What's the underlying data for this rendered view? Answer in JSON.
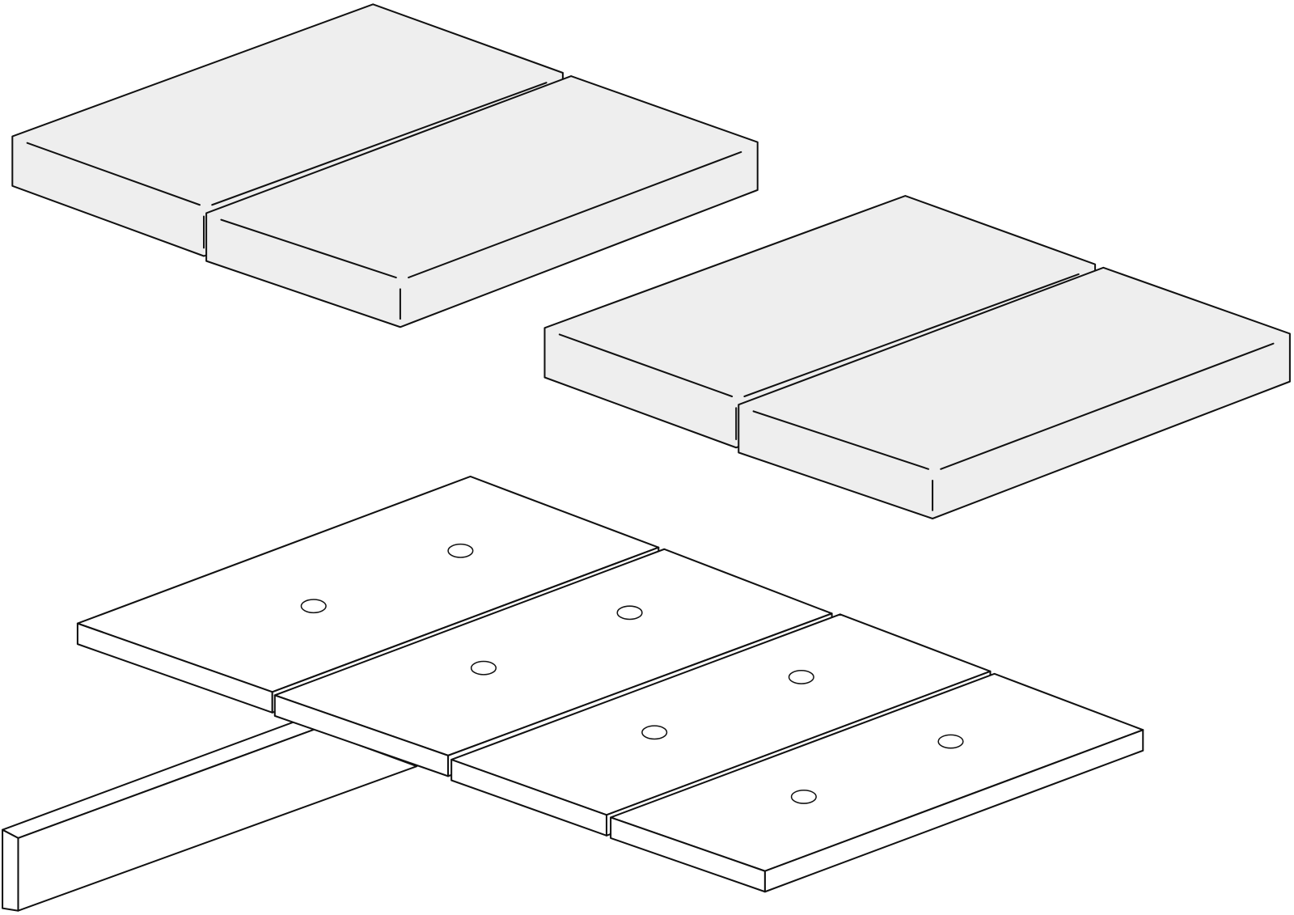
{
  "colors": {
    "cushion_fill": "#eeeeee",
    "board_fill": "#ffffff",
    "line": "#111111"
  },
  "diagram": {
    "cushion_pairs": 2,
    "cushions_per_pair": 2,
    "boards": 4,
    "holes_per_board": 2,
    "beams": 1
  }
}
